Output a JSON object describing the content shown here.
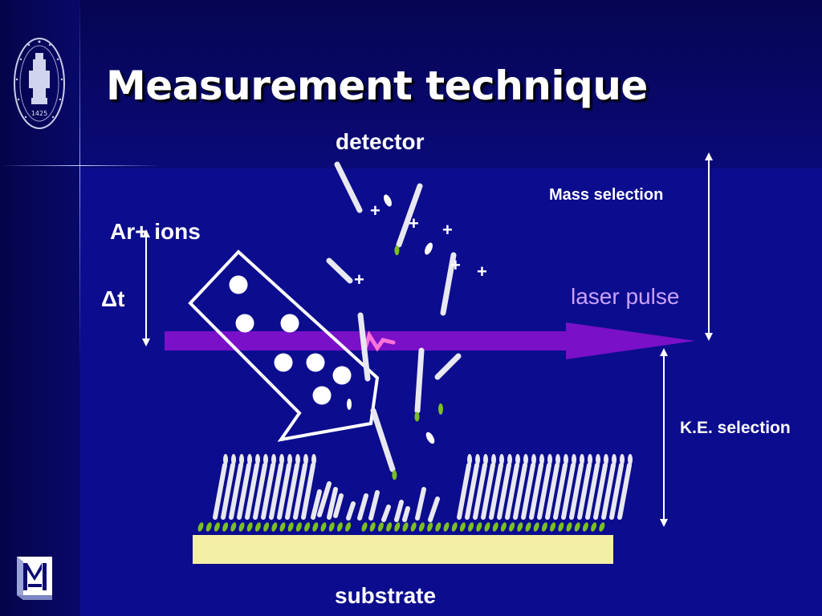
{
  "slide": {
    "title": "Measurement technique",
    "labels": {
      "detector": "detector",
      "ar_ions": "Ar+ ions",
      "delta_t": "Δt",
      "mass_selection": "Mass selection",
      "laser_pulse": "laser pulse",
      "ke_selection": "K.E. selection",
      "substrate": "substrate"
    },
    "ion_symbol": "+",
    "logos": {
      "seal_icon": "university-seal-icon",
      "seal_year": "1425",
      "institute_icon": "institute-logo-icon"
    },
    "colors": {
      "background": "#0c0c8e",
      "laser_arrow": "#7a10c8",
      "substrate": "#f4efa6",
      "molecule_body": "#e8e8f0",
      "molecule_anchor": "#7ac020"
    }
  }
}
